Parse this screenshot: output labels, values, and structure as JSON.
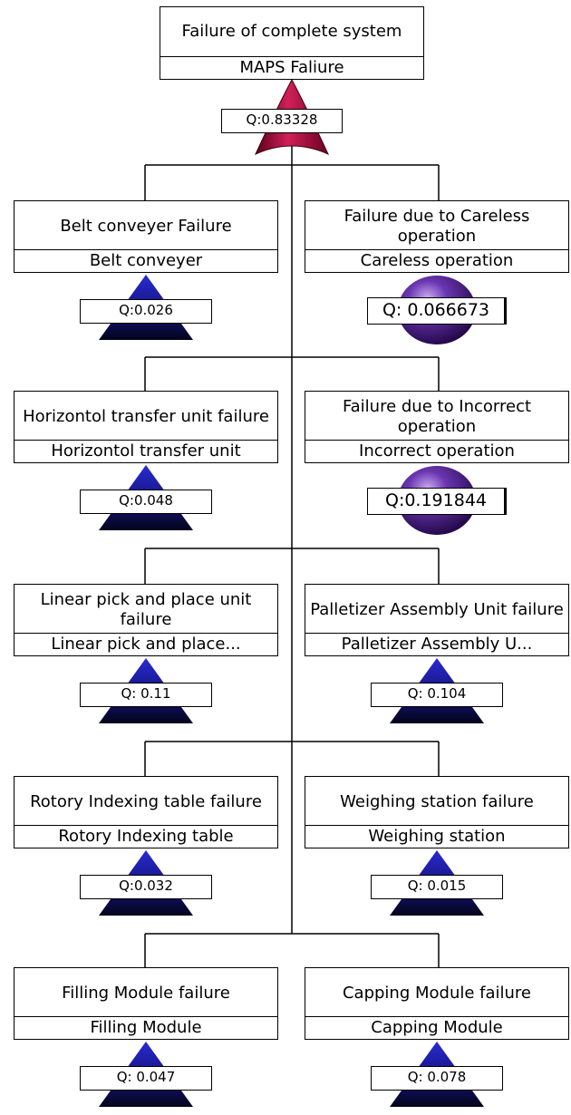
{
  "top_event": {
    "description": "Failure of complete system",
    "name": "MAPS Faliure",
    "q": "Q:0.83328",
    "gate": "or-gate-icon"
  },
  "events": [
    {
      "description": "Belt conveyer Failure",
      "name": "Belt conveyer",
      "q": "Q:0.026",
      "symbol": "basic-event-triangle-icon"
    },
    {
      "description": "Failure due to Careless operation",
      "name": "Careless operation",
      "q": "Q: 0.066673",
      "symbol": "human-error-sphere-icon"
    },
    {
      "description": "Horizontol transfer unit failure",
      "name": "Horizontol transfer unit",
      "q": "Q:0.048",
      "symbol": "basic-event-triangle-icon"
    },
    {
      "description": "Failure due to Incorrect operation",
      "name": "Incorrect operation",
      "q": "Q:0.191844",
      "symbol": "human-error-sphere-icon"
    },
    {
      "description": "Linear pick and place unit failure",
      "name": "Linear pick and place...",
      "q": "Q: 0.11",
      "symbol": "basic-event-triangle-icon"
    },
    {
      "description": "Palletizer Assembly Unit failure",
      "name": "Palletizer Assembly U...",
      "q": "Q: 0.104",
      "symbol": "basic-event-triangle-icon"
    },
    {
      "description": "Rotory Indexing table failure",
      "name": "Rotory Indexing table",
      "q": "Q:0.032",
      "symbol": "basic-event-triangle-icon"
    },
    {
      "description": "Weighing station failure",
      "name": "Weighing station",
      "q": "Q: 0.015",
      "symbol": "basic-event-triangle-icon"
    },
    {
      "description": "Filling Module failure",
      "name": "Filling Module",
      "q": "Q: 0.047",
      "symbol": "basic-event-triangle-icon"
    },
    {
      "description": "Capping Module failure",
      "name": "Capping Module",
      "q": "Q: 0.078",
      "symbol": "basic-event-triangle-icon"
    }
  ],
  "colors": {
    "gate": "#a0103a",
    "triangle": "#1c1c9c",
    "sphere": "#4a1e8a",
    "line": "#000000"
  }
}
